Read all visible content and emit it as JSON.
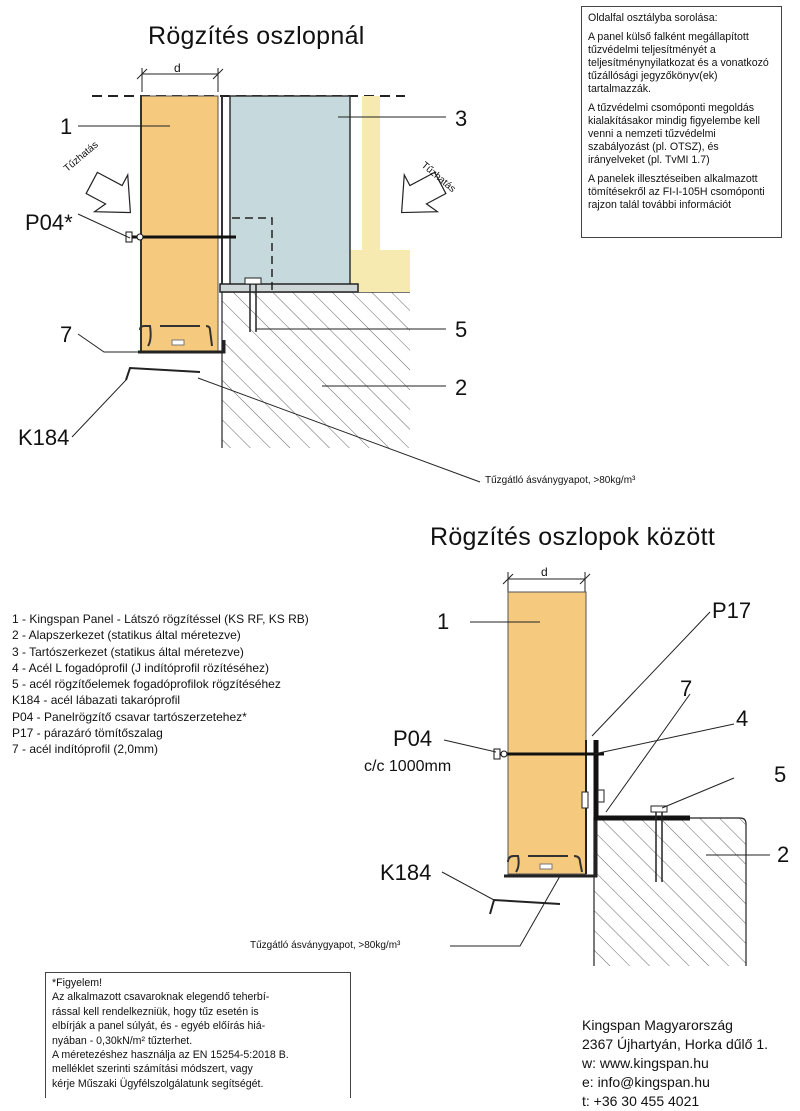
{
  "titles": {
    "top": "Rögzítés oszlopnál",
    "bottom": "Rögzítés oszlopok között"
  },
  "info_box": {
    "heading": "Oldalfal osztályba sorolása:",
    "para1": "A panel külső falként megállapított tűzvédelmi teljesítményét a teljesítménynyilatkozat és a vonatkozó tűzállósági jegyzőkönyv(ek) tartalmazzák.",
    "para2": "A tűzvédelmi csomóponti megoldás kialakításakor mindig figyelembe kell venni a nemzeti tűzvédelmi szabályozást (pl. OTSZ), és irányelveket (pl. TvMI 1.7)",
    "para3": "A panelek illesztéseiben alkalmazott tömítésekről az FI-I-105H csomóponti rajzon talál további információt"
  },
  "drawing_top": {
    "dim": "d",
    "fire_left": "Tűzhatás",
    "fire_right": "Tűzhatás",
    "callouts": {
      "c1": "1",
      "c3": "3",
      "c5": "5",
      "c2": "2",
      "c7": "7",
      "p04": "P04*",
      "k184": "K184"
    },
    "mineral_wool": "Tűzgátló ásványgyapot, >80kg/m³"
  },
  "drawing_bottom": {
    "dim": "d",
    "callouts": {
      "c1": "1",
      "p17": "P17",
      "c7": "7",
      "c4": "4",
      "c5": "5",
      "c2": "2",
      "p04": "P04",
      "k184": "K184"
    },
    "spacing": "c/c 1000mm",
    "mineral_wool": "Tűzgátló ásványgyapot, >80kg/m³"
  },
  "legend": [
    "1 - Kingspan Panel - Látszó rögzítéssel (KS RF, KS RB)",
    "2 - Alapszerkezet (statikus által méretezve)",
    "3 - Tartószerkezet (statikus által méretezve)",
    "4 - Acél L fogadóprofil (J indítóprofil rözítéséhez)",
    "5 - acél rögzítőelemek fogadóprofilok rögzítéséhez",
    "K184 - acél lábazati takaróprofil",
    "P04 - Panelrögzítő csavar tartószerzetehez*",
    "P17 - párazáró tömítőszalag",
    "7 - acél indítóprofil (2,0mm)"
  ],
  "warning": {
    "l1": "*Figyelem!",
    "l2": "Az alkalmazott csavaroknak elegendő teherbí-",
    "l3": "rással kell rendelkezniük, hogy tűz esetén is",
    "l4": "elbírják a panel súlyát, és - egyéb előírás hiá-",
    "l5": "nyában - 0,30kN/m² tűzterhet.",
    "l6": "A méretezéshez használja az EN 15254-5:2018 B.",
    "l7": "melléklet szerinti számítási módszert, vagy",
    "l8": "kérje Műszaki Ügyfélszolgálatunk segítségét."
  },
  "contact": {
    "company": "Kingspan Magyarország",
    "address": "2367 Újhartyán, Horka dűlő 1.",
    "web": "w: www.kingspan.hu",
    "email": "e: info@kingspan.hu",
    "phone": "t: +36 30 455 4021"
  },
  "colors": {
    "panel": "#f5c97e",
    "steel_column": "#c6d9dc",
    "yellow_strip": "#f6eab0",
    "hatch": "#555555"
  }
}
